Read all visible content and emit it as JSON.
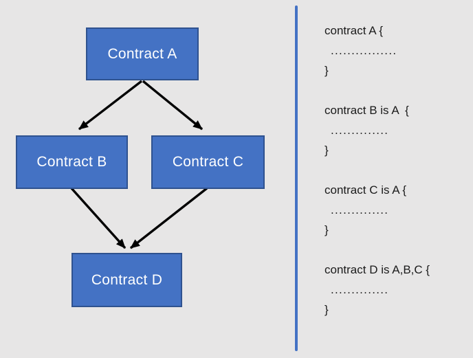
{
  "diagram": {
    "nodes": [
      {
        "id": "A",
        "label": "Contract A"
      },
      {
        "id": "B",
        "label": "Contract B"
      },
      {
        "id": "C",
        "label": "Contract C"
      },
      {
        "id": "D",
        "label": "Contract D"
      }
    ],
    "edges": [
      {
        "from": "A",
        "to": "B"
      },
      {
        "from": "A",
        "to": "C"
      },
      {
        "from": "B",
        "to": "D"
      },
      {
        "from": "C",
        "to": "D"
      }
    ]
  },
  "code_panel": {
    "blocks": [
      {
        "header": "contract A {",
        "body": "................",
        "close": "}"
      },
      {
        "header": "contract B is A  {",
        "body": "..............",
        "close": "}"
      },
      {
        "header": "contract C is A {",
        "body": "..............",
        "close": "}"
      },
      {
        "header": "contract D is A,B,C {",
        "body": "..............",
        "close": "}"
      }
    ]
  },
  "colors": {
    "background": "#e7e6e6",
    "node_fill": "#4472c4",
    "node_border": "#2f528f",
    "node_text": "#ffffff",
    "arrow": "#000000",
    "divider": "#4472c4",
    "code_text": "#1a1a1a"
  }
}
